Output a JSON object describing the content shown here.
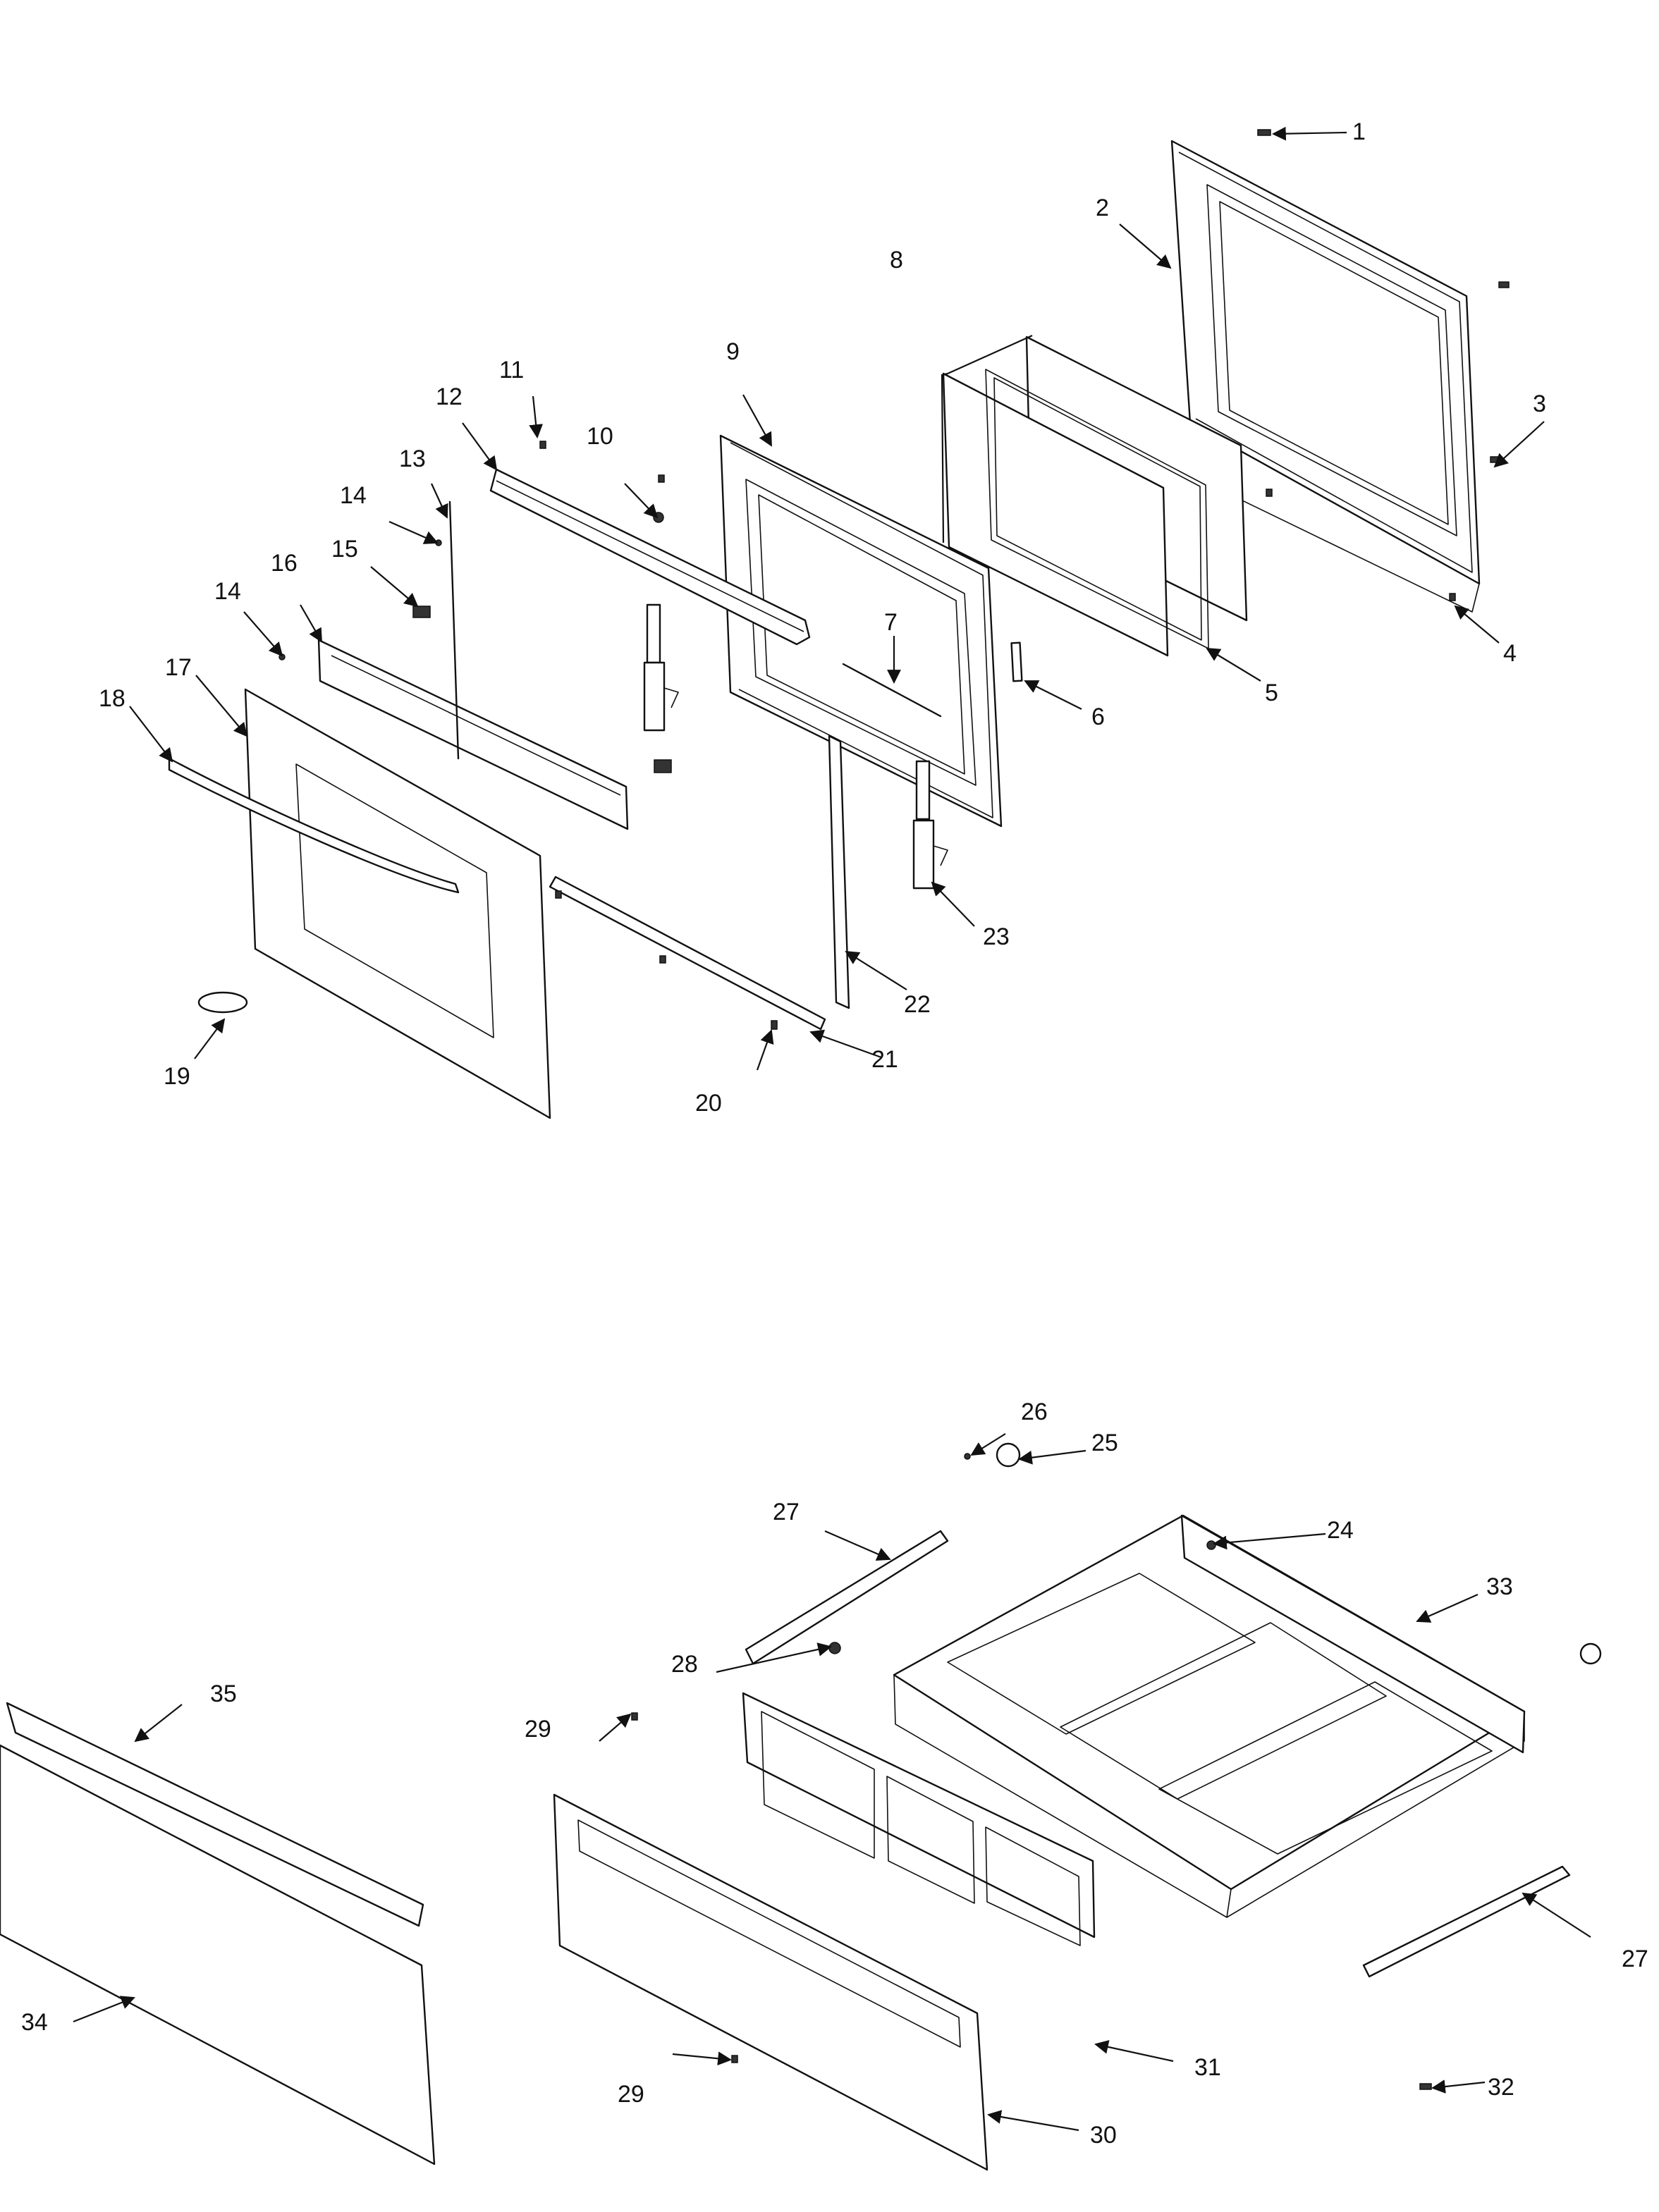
{
  "callouts": {
    "c1": "1",
    "c2": "2",
    "c3": "3",
    "c4": "4",
    "c5": "5",
    "c6": "6",
    "c7": "7",
    "c8": "8",
    "c9": "9",
    "c10": "10",
    "c11": "11",
    "c12": "12",
    "c13": "13",
    "c14a": "14",
    "c14b": "14",
    "c15": "15",
    "c16": "16",
    "c17": "17",
    "c18": "18",
    "c19": "19",
    "c20": "20",
    "c21": "21",
    "c22": "22",
    "c23": "23",
    "c24": "24",
    "c25": "25",
    "c26": "26",
    "c27a": "27",
    "c27b": "27",
    "c28": "28",
    "c29a": "29",
    "c29b": "29",
    "c30": "30",
    "c31": "31",
    "c32": "32",
    "c33": "33",
    "c34": "34",
    "c35": "35"
  }
}
